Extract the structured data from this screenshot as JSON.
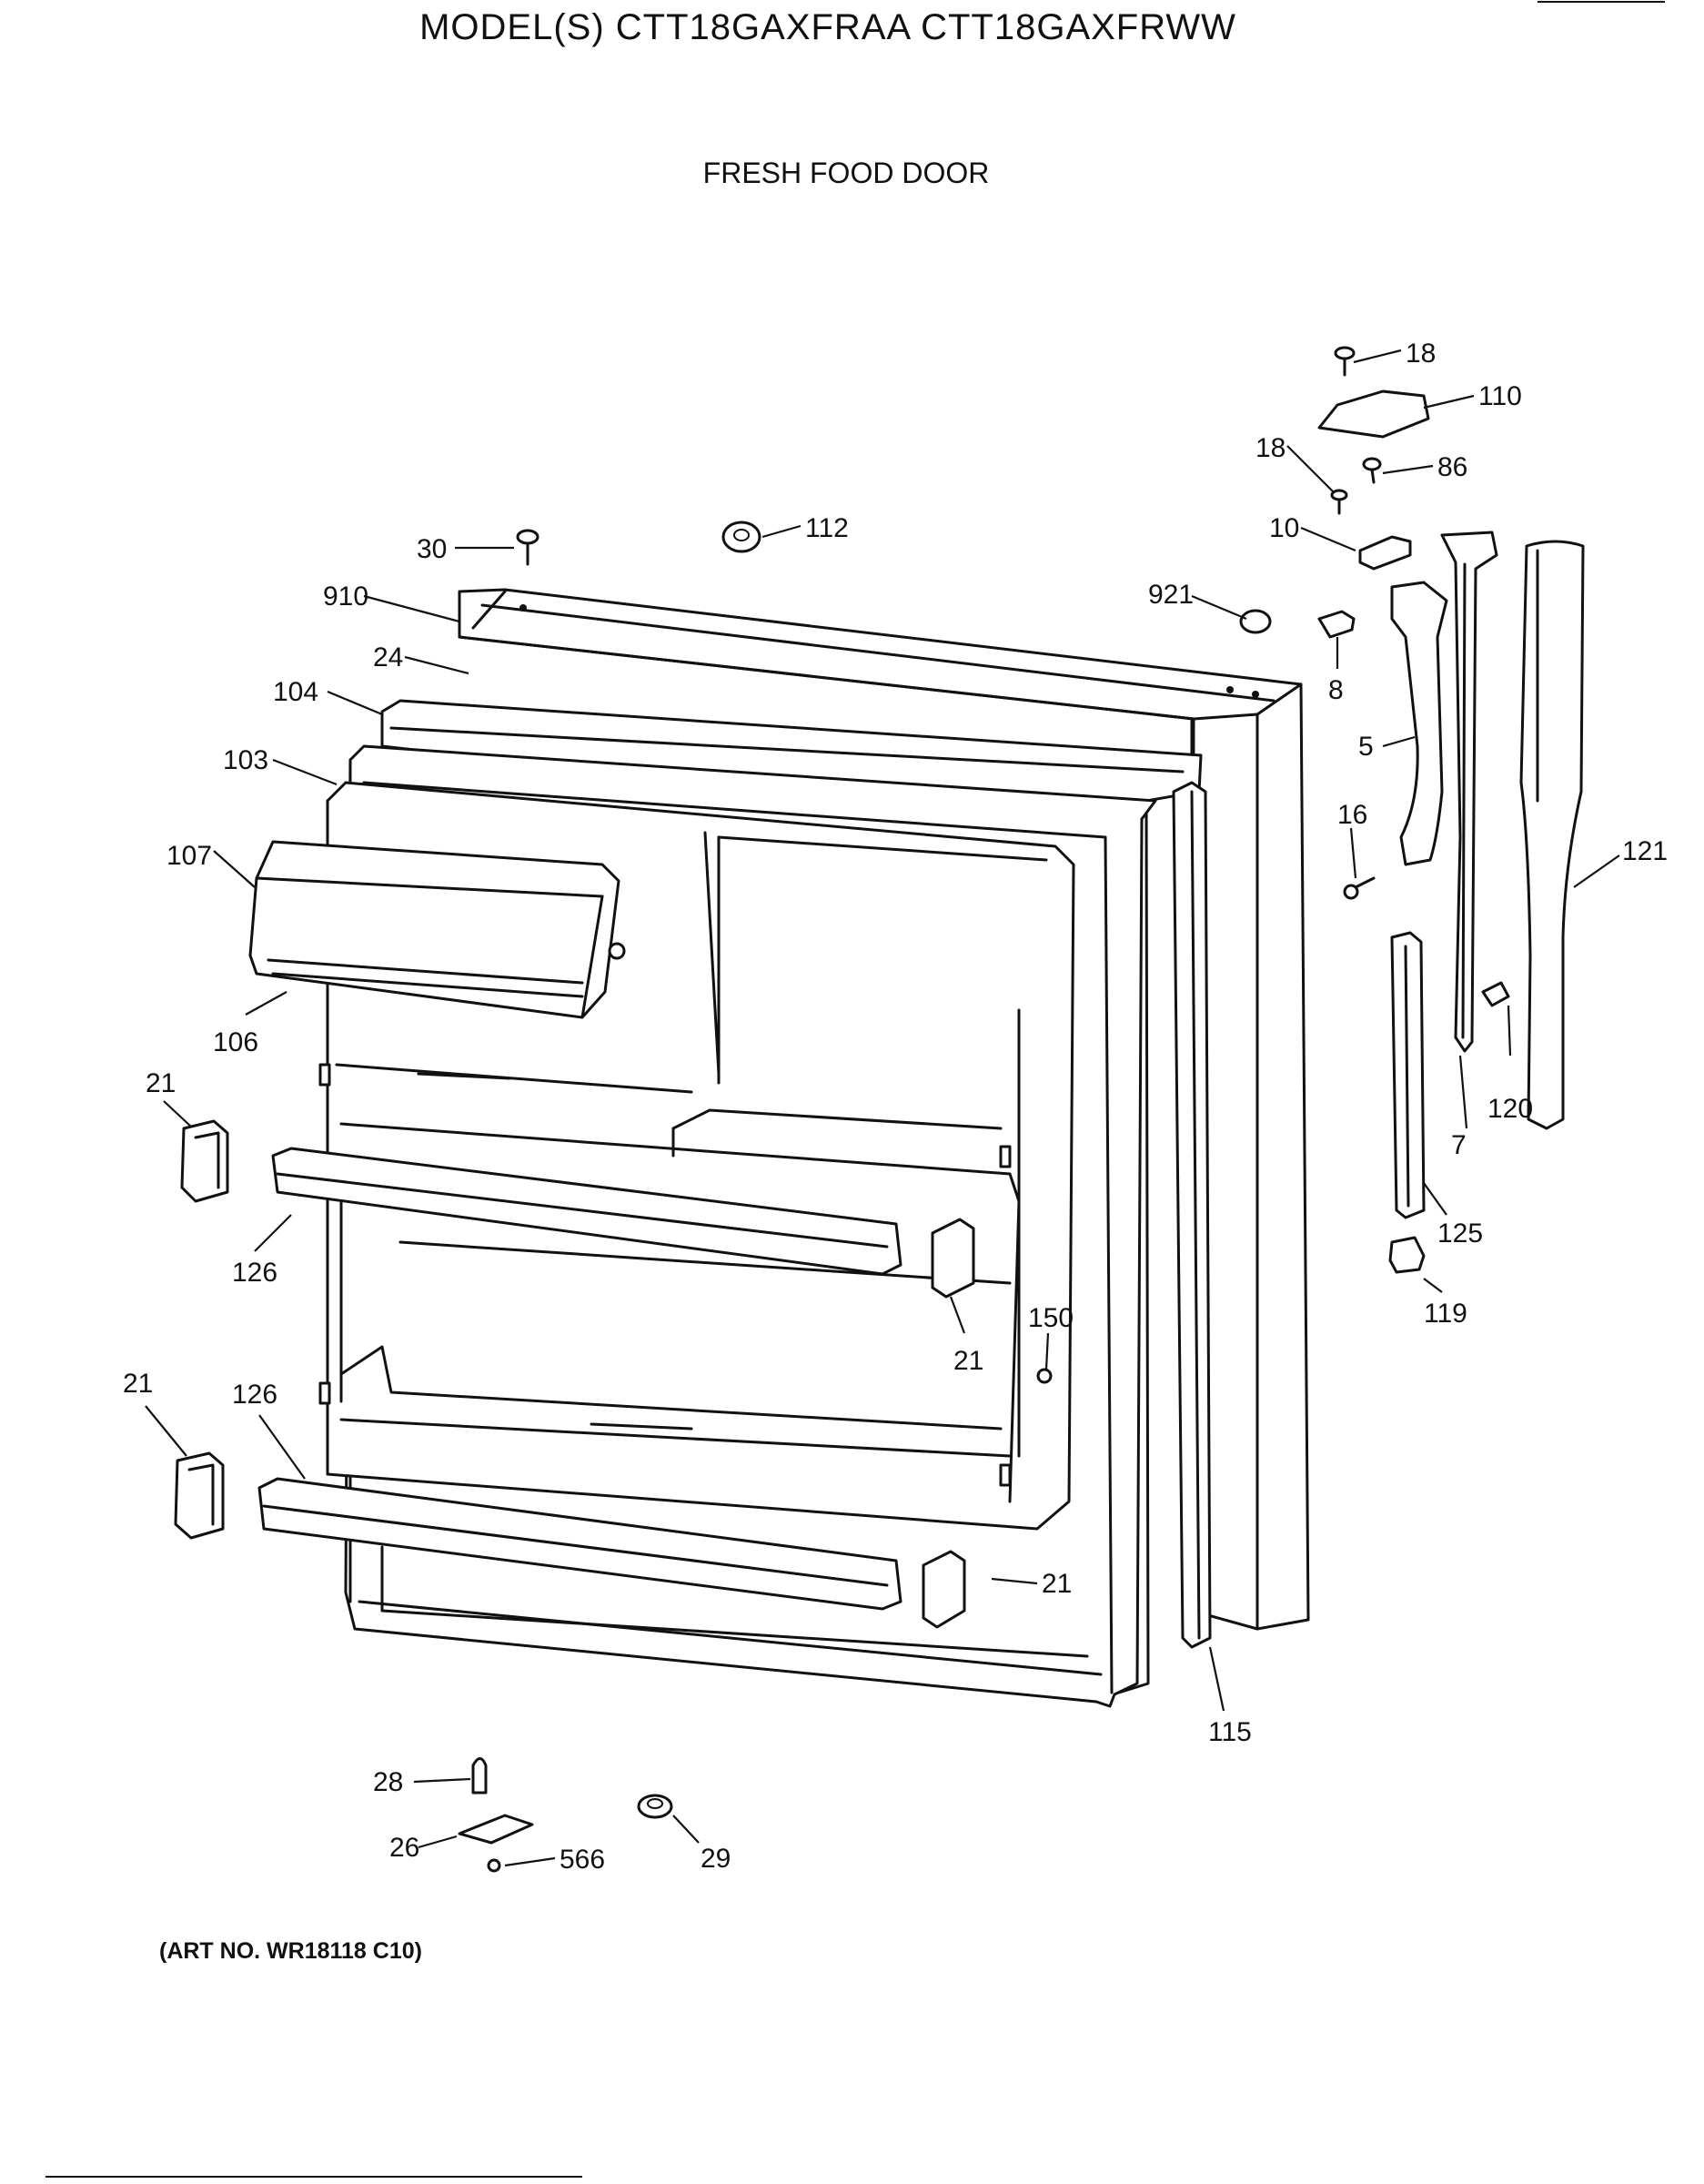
{
  "header": {
    "model_title": "MODEL(S) CTT18GAXFRAA  CTT18GAXFRWW",
    "section_title": "FRESH FOOD DOOR"
  },
  "footer": {
    "art_number": "(ART NO. WR18118 C10)"
  },
  "callouts": [
    {
      "id": "c18a",
      "label": "18"
    },
    {
      "id": "c110",
      "label": "110"
    },
    {
      "id": "c18b",
      "label": "18"
    },
    {
      "id": "c86",
      "label": "86"
    },
    {
      "id": "c10",
      "label": "10"
    },
    {
      "id": "c112",
      "label": "112"
    },
    {
      "id": "c30",
      "label": "30"
    },
    {
      "id": "c910",
      "label": "910"
    },
    {
      "id": "c921",
      "label": "921"
    },
    {
      "id": "c8",
      "label": "8"
    },
    {
      "id": "c24",
      "label": "24"
    },
    {
      "id": "c104",
      "label": "104"
    },
    {
      "id": "c5",
      "label": "5"
    },
    {
      "id": "c103",
      "label": "103"
    },
    {
      "id": "c16",
      "label": "16"
    },
    {
      "id": "c107",
      "label": "107"
    },
    {
      "id": "c121",
      "label": "121"
    },
    {
      "id": "c106",
      "label": "106"
    },
    {
      "id": "c21a",
      "label": "21"
    },
    {
      "id": "c120",
      "label": "120"
    },
    {
      "id": "c7",
      "label": "7"
    },
    {
      "id": "c125",
      "label": "125"
    },
    {
      "id": "c126a",
      "label": "126"
    },
    {
      "id": "c119",
      "label": "119"
    },
    {
      "id": "c150",
      "label": "150"
    },
    {
      "id": "c21b",
      "label": "21"
    },
    {
      "id": "c21c",
      "label": "21"
    },
    {
      "id": "c126b",
      "label": "126"
    },
    {
      "id": "c21d",
      "label": "21"
    },
    {
      "id": "c115",
      "label": "115"
    },
    {
      "id": "c28",
      "label": "28"
    },
    {
      "id": "c26",
      "label": "26"
    },
    {
      "id": "c566",
      "label": "566"
    },
    {
      "id": "c29",
      "label": "29"
    }
  ]
}
